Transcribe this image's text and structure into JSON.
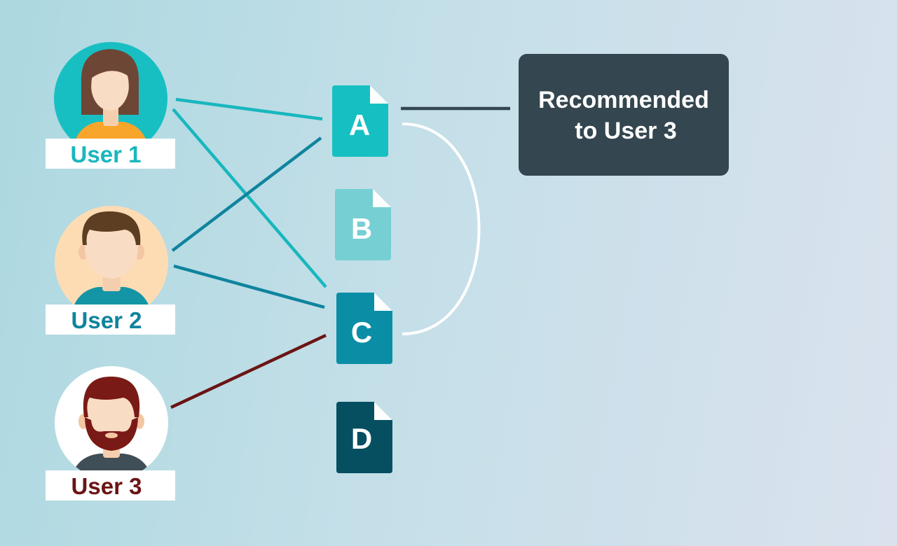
{
  "colors": {
    "user1": "#18b7be",
    "user2": "#0f849d",
    "user3": "#6b1414",
    "docA": "#16c0c2",
    "docB": "#76cfd3",
    "docC": "#0a8ea6",
    "docD": "#064f61",
    "callout_bg": "#34464f",
    "arc": "#ffffff"
  },
  "users": [
    {
      "label": "User 1",
      "avatar_icon": "woman-avatar-icon"
    },
    {
      "label": "User 2",
      "avatar_icon": "man-avatar-icon"
    },
    {
      "label": "User 3",
      "avatar_icon": "bearded-man-avatar-icon"
    }
  ],
  "documents": [
    {
      "letter": "A"
    },
    {
      "letter": "B"
    },
    {
      "letter": "C"
    },
    {
      "letter": "D"
    }
  ],
  "callout": {
    "line1": "Recommended",
    "line2": "to User 3"
  }
}
